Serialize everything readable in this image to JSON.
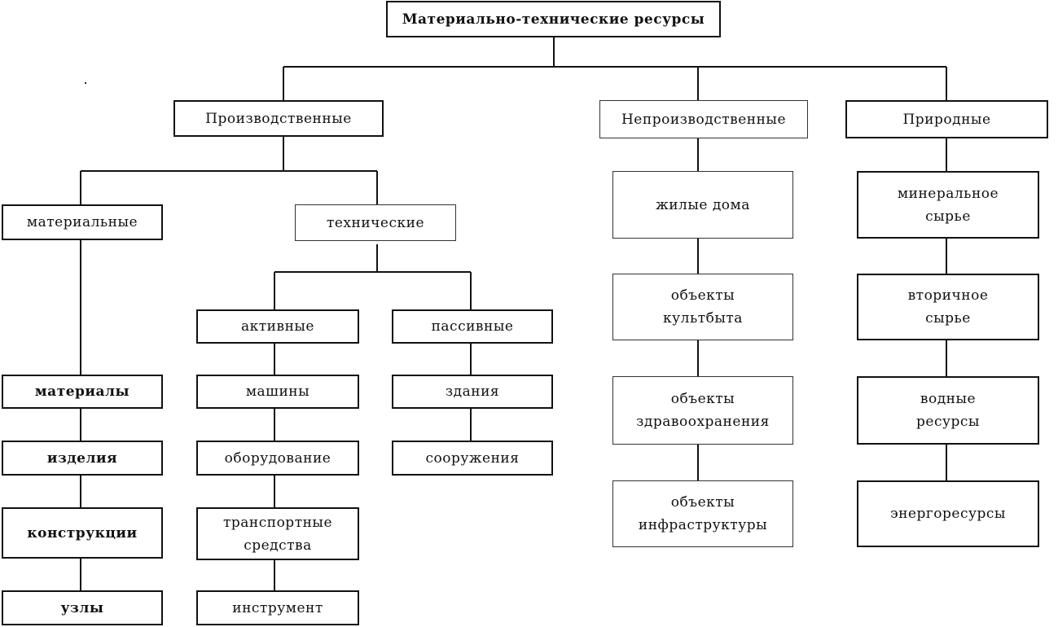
{
  "diagram": {
    "root": "Материально-технические ресурсы",
    "categories": {
      "production": "Производственные",
      "nonproduction": "Непроизводственные",
      "natural": "Природные"
    },
    "production_branches": {
      "material": "материальные",
      "technical": "технические"
    },
    "technical_branches": {
      "active": "активные",
      "passive": "пассивные"
    },
    "material_items": [
      "материалы",
      "изделия",
      "конструкции",
      "узлы"
    ],
    "active_items": [
      "машины",
      "оборудование",
      "транспортные\nсредства",
      "инструмент"
    ],
    "passive_items": [
      "здания",
      "сооружения"
    ],
    "nonproduction_items": [
      "жилые дома",
      "объекты\nкультбыта",
      "объекты\nздравоохранения",
      "объекты\nинфраструктуры"
    ],
    "natural_items": [
      "минеральное\nсырье",
      "вторичное\nсырье",
      "водные\nресурсы",
      "энергоресурсы"
    ]
  }
}
